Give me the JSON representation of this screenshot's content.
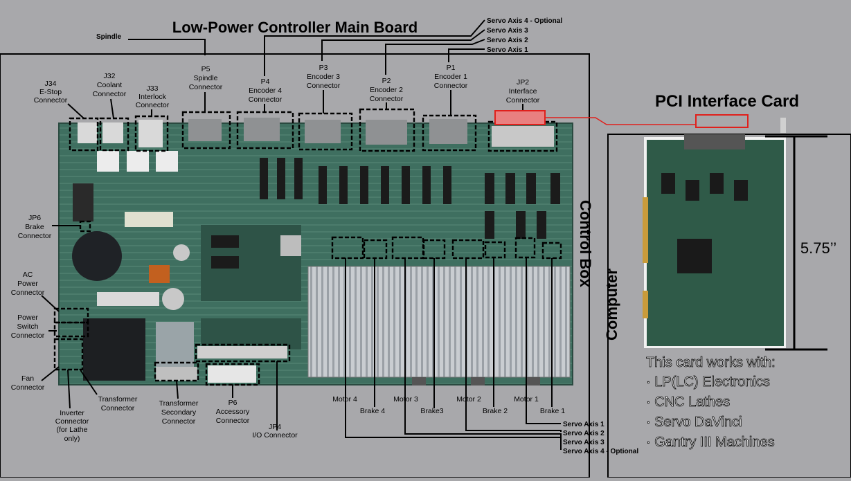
{
  "main_title": "Low-Power Controller Main Board",
  "pci_title": "PCI Interface Card",
  "control_box_label": "Control Box",
  "computer_label": "Computer",
  "dimension": "5.75’’",
  "card_works_title": "This card works with:",
  "card_works_items": [
    "· LP(LC) Electronics",
    "· CNC Lathes",
    "· Servo DaVinci",
    "· Gantry III Machines"
  ],
  "top_labels": {
    "spindle": "Spindle",
    "servo4_opt": "Servo Axis 4 - Optional",
    "servo3": "Servo Axis 3",
    "servo2": "Servo Axis 2",
    "servo1": "Servo Axis 1"
  },
  "connectors": {
    "j34": [
      "J34",
      "E-Stop",
      "Connector"
    ],
    "j32": [
      "J32",
      "Coolant",
      "Connector"
    ],
    "j33": [
      "J33",
      "Interlock",
      "Connector"
    ],
    "p5": [
      "P5",
      "Spindle",
      "Connector"
    ],
    "p4": [
      "P4",
      "Encoder 4",
      "Connector"
    ],
    "p3": [
      "P3",
      "Encoder 3",
      "Connector"
    ],
    "p2": [
      "P2",
      "Encoder 2",
      "Connector"
    ],
    "p1": [
      "P1",
      "Encoder 1",
      "Connector"
    ],
    "jp2": [
      "JP2",
      "Interface",
      "Connector"
    ],
    "jp6": [
      "JP6",
      "Brake",
      "Connector"
    ],
    "ac": [
      "AC",
      "Power",
      "Connector"
    ],
    "power_switch": [
      "Power",
      "Switch",
      "Connector"
    ],
    "fan": [
      "Fan",
      "Connector"
    ],
    "inverter": [
      "Inverter",
      "Connector",
      "(for Lathe",
      "only)"
    ],
    "transformer": [
      "Transformer",
      "Connector"
    ],
    "transformer_secondary": [
      "Transformer",
      "Secondary",
      "Connector"
    ],
    "p6": [
      "P6",
      "Accessory",
      "Connector"
    ],
    "jp4": [
      "JP4",
      "I/O Connector"
    ]
  },
  "bottom_labels": {
    "motor4": "Motor 4",
    "brake4": "Brake 4",
    "motor3": "Motor 3",
    "brake3": "Brake3",
    "motor2": "Motor 2",
    "brake2": "Brake 2",
    "motor1": "Motor 1",
    "brake1": "Brake 1",
    "servo1": "Servo Axis 1",
    "servo2": "Servo Axis 2",
    "servo3": "Servo Axis 3",
    "servo4_opt": "Servo Axis 4 - Optional"
  },
  "colors": {
    "background": "#a8a8ab",
    "board": "#3d6a5c",
    "highlight": "#e0201c",
    "card": "#2f5a48"
  },
  "icons": [
    "circuit-board-photo",
    "pci-card-photo"
  ]
}
